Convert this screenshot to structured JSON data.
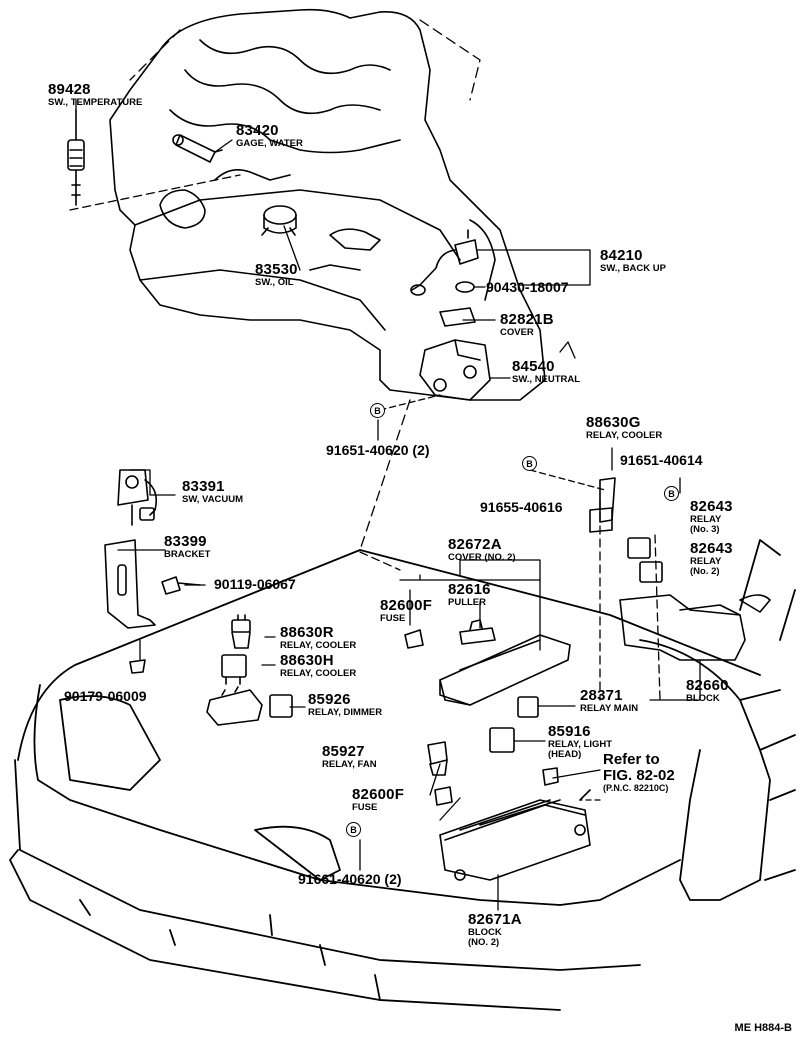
{
  "parts": {
    "p89428": {
      "number": "89428",
      "name": "SW., TEMPERATURE"
    },
    "p83420": {
      "number": "83420",
      "name": "GAGE, WATER"
    },
    "p83530": {
      "number": "83530",
      "name": "SW., OIL"
    },
    "p84210": {
      "number": "84210",
      "name": "SW., BACK UP"
    },
    "p90430": {
      "number": "90430-18007"
    },
    "p82821": {
      "number": "82821B",
      "name": "COVER"
    },
    "p84540": {
      "number": "84540",
      "name": "SW., NEUTRAL"
    },
    "p91651a": {
      "number": "91651-40620 (2)"
    },
    "p88630g": {
      "number": "88630G",
      "name": "RELAY, COOLER"
    },
    "p91651b": {
      "number": "91651-40614"
    },
    "p91655": {
      "number": "91655-40616"
    },
    "p83391": {
      "number": "83391",
      "name": "SW, VACUUM"
    },
    "p83399": {
      "number": "83399",
      "name": "BRACKET"
    },
    "p82672": {
      "number": "82672A",
      "name": "COVER (NO. 2)"
    },
    "p82643a": {
      "number": "82643",
      "name": "RELAY",
      "sub": "(No. 3)"
    },
    "p82643b": {
      "number": "82643",
      "name": "RELAY",
      "sub": "(No. 2)"
    },
    "p90119": {
      "number": "90119-06067"
    },
    "p82616": {
      "number": "82616",
      "name": "PULLER"
    },
    "p82600f_a": {
      "number": "82600F",
      "name": "FUSE"
    },
    "p88630r": {
      "number": "88630R",
      "name": "RELAY, COOLER"
    },
    "p88630h": {
      "number": "88630H",
      "name": "RELAY, COOLER"
    },
    "p82660": {
      "number": "82660",
      "name": "BLOCK"
    },
    "p28371": {
      "number": "28371",
      "name": "RELAY MAIN"
    },
    "p90179": {
      "number": "90179-06009"
    },
    "p85926": {
      "number": "85926",
      "name": "RELAY, DIMMER"
    },
    "p85916": {
      "number": "85916",
      "name": "RELAY, LIGHT",
      "sub": "(HEAD)"
    },
    "p85927": {
      "number": "85927",
      "name": "RELAY, FAN"
    },
    "p82600f_b": {
      "number": "82600F",
      "name": "FUSE"
    },
    "p91661": {
      "number": "91661-40620 (2)"
    },
    "p82671": {
      "number": "82671A",
      "name": "BLOCK",
      "sub": "(NO. 2)"
    }
  },
  "reference": {
    "line1": "Refer to",
    "line2": "FIG. 82-02",
    "line3": "(P.N.C. 82210C)"
  },
  "badge_letter": "B",
  "drawing_code": "ME H884-B"
}
